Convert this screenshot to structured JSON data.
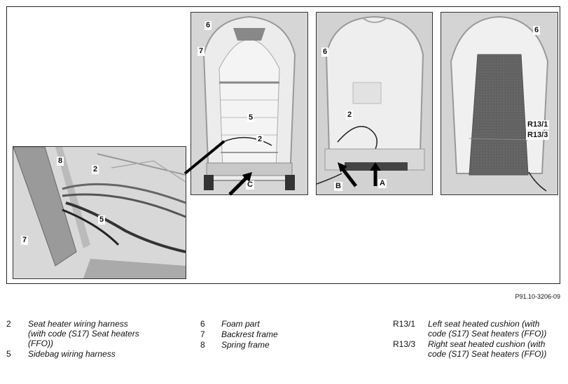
{
  "callouts": {
    "p1_6": "6",
    "p1_7": "7",
    "p1_5": "5",
    "p1_2": "2",
    "p2_6": "6",
    "p2_2": "2",
    "p3_6": "6",
    "p3_r1": "R13/1",
    "p3_r3": "R13/3",
    "p4_8": "8",
    "p4_2": "2",
    "p4_5": "5",
    "p4_7": "7"
  },
  "arrows": {
    "a": "A",
    "b": "B",
    "c": "C"
  },
  "figure_code": "P91.10-3206-09",
  "legend": {
    "col1": [
      {
        "num": "2",
        "text": "Seat heater wiring harness (with code (S17) Seat heaters (FFO))"
      },
      {
        "num": "5",
        "text": "Sidebag wiring harness"
      }
    ],
    "col2": [
      {
        "num": "6",
        "text": "Foam part"
      },
      {
        "num": "7",
        "text": "Backrest frame"
      },
      {
        "num": "8",
        "text": "Spring frame"
      }
    ],
    "col3": [
      {
        "num": "R13/1",
        "text": "Left seat heated cushion (with code (S17) Seat heaters (FFO))"
      },
      {
        "num": "R13/3",
        "text": "Right seat heated cushion (with code (S17) Seat heaters (FFO))"
      }
    ]
  }
}
